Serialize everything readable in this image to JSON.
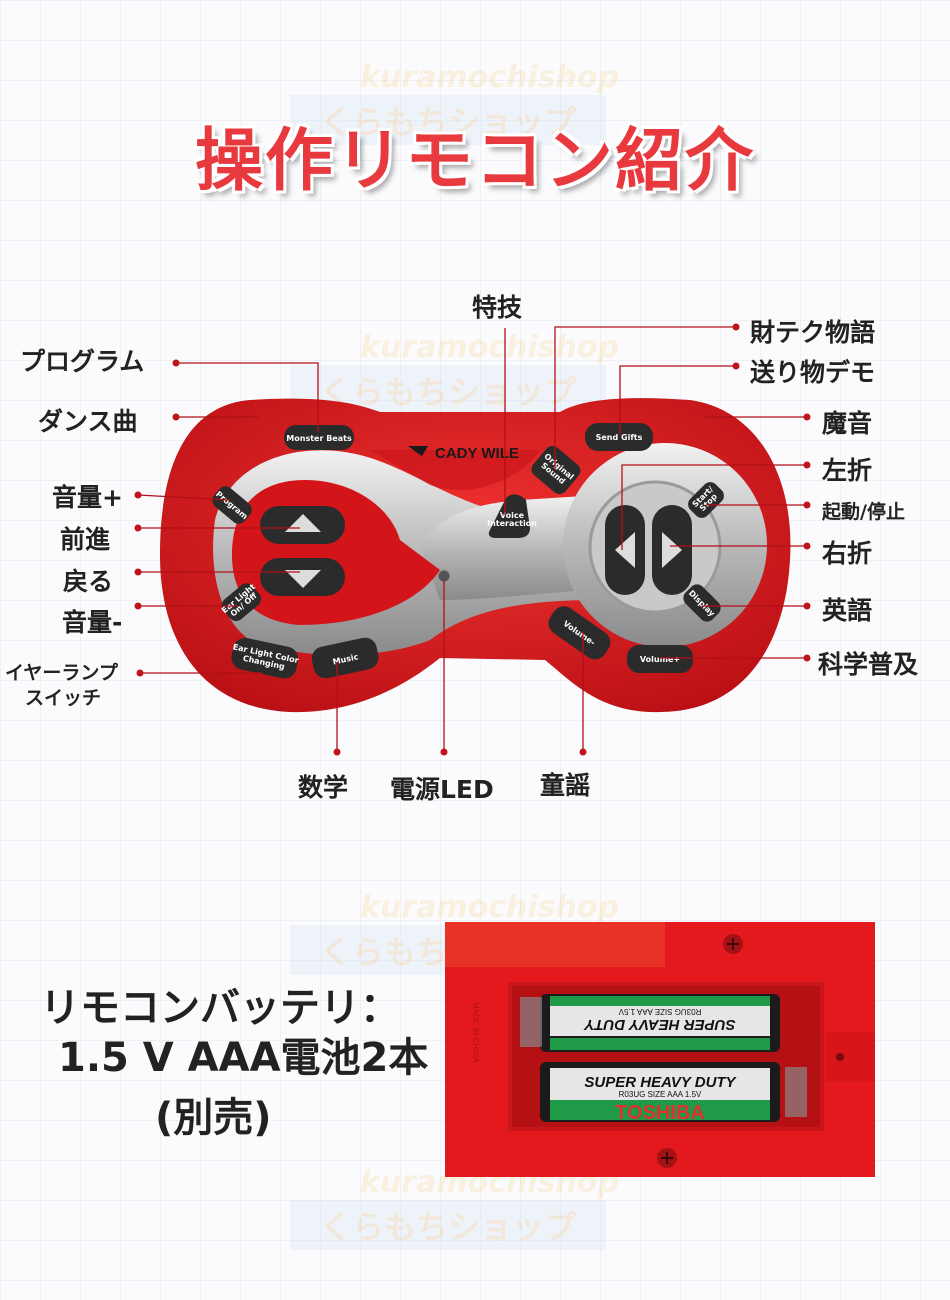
{
  "title": "操作リモコン紹介",
  "watermark": {
    "latin": "kuramochishop",
    "kana": "くらもちショップ"
  },
  "brand": "CADY WILE",
  "colors": {
    "accent": "#e8393e",
    "body": "#d9171c",
    "button": "#2b2b2b",
    "line": "#b01018"
  },
  "callouts": {
    "special_skill": "特技",
    "program": "プログラム",
    "dance": "ダンス曲",
    "volume_up": "音量+",
    "forward": "前進",
    "back": "戻る",
    "volume_down": "音量-",
    "ear_lamp_1": "イヤーランプ",
    "ear_lamp_2": "スイッチ",
    "math": "数学",
    "power_led": "電源LED",
    "nursery": "童謡",
    "finance_story": "財テク物語",
    "gift_demo": "送り物デモ",
    "magic_sound": "魔音",
    "turn_left": "左折",
    "start_stop": "起動/停止",
    "turn_right": "右折",
    "english": "英語",
    "science": "科学普及"
  },
  "buttons": {
    "monster_beats": "Monster Beats",
    "send_gifts": "Send Gifts",
    "original_sound_1": "Original",
    "original_sound_2": "Sound",
    "voice_1": "Voice",
    "voice_2": "Interaction",
    "program": "Program",
    "ear_light_1": "Ear Light",
    "ear_light_2": "On/ Off",
    "ear_color_1": "Ear Light Color",
    "ear_color_2": "Changing",
    "music": "Music",
    "volume_minus": "Volume-",
    "volume_plus": "Volume+",
    "start_1": "Start/",
    "start_2": "Stop",
    "display": "Display"
  },
  "battery": {
    "line1": "リモコンバッテリ：",
    "line2": "1.5 V AAA電池2本",
    "line3": "(別売)",
    "cell_brand": "TOSHIBA",
    "cell_type": "SUPER HEAVY DUTY",
    "cell_spec": "R03UG  SIZE  AAA  1.5V",
    "case_text": "MADE IN CHINA"
  }
}
